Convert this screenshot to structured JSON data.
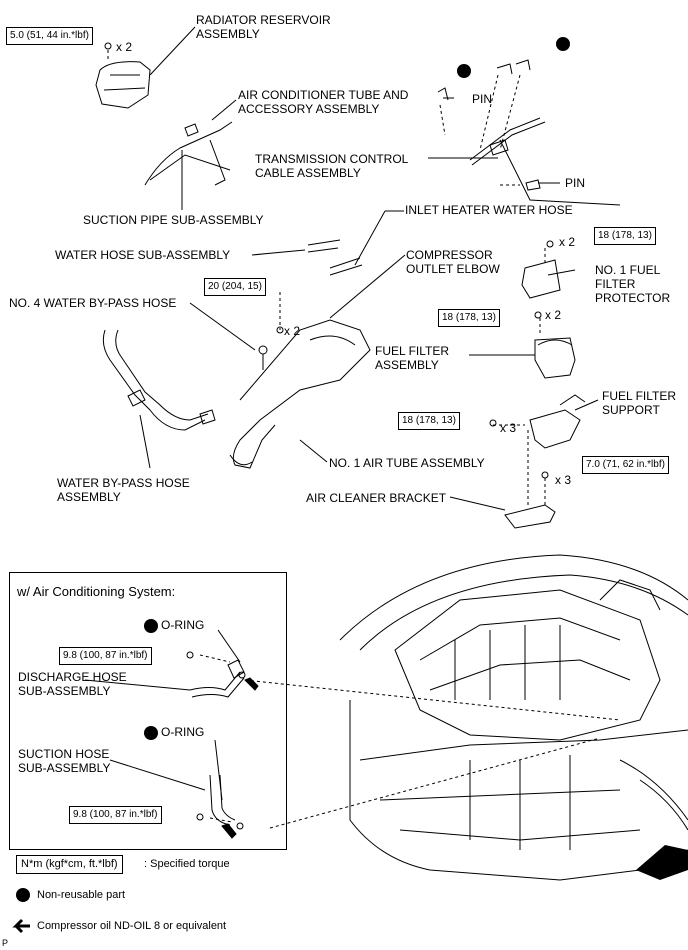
{
  "labels": {
    "radiator_reservoir": "RADIATOR RESERVOIR\nASSEMBLY",
    "ac_tube": "AIR CONDITIONER TUBE AND\nACCESSORY ASSEMBLY",
    "pin_top": "PIN",
    "pin_bottom": "PIN",
    "transmission_cable": "TRANSMISSION CONTROL\nCABLE ASSEMBLY",
    "suction_pipe": "SUCTION PIPE SUB-ASSEMBLY",
    "inlet_heater": "INLET HEATER WATER HOSE",
    "water_hose": "WATER HOSE SUB-ASSEMBLY",
    "compressor_outlet": "COMPRESSOR\nOUTLET ELBOW",
    "fuel_filter_protector": "NO. 1 FUEL\nFILTER\nPROTECTOR",
    "water_bypass_no4": "NO. 4 WATER BY-PASS HOSE",
    "fuel_filter_assembly": "FUEL FILTER\nASSEMBLY",
    "fuel_filter_support": "FUEL FILTER\nSUPPORT",
    "air_tube": "NO. 1 AIR TUBE ASSEMBLY",
    "water_bypass_assembly": "WATER BY-PASS HOSE\nASSEMBLY",
    "air_cleaner_bracket": "AIR CLEANER BRACKET"
  },
  "torques": {
    "radiator": "5.0 (51, 44 in.*lbf)",
    "air_tube": "20 (204, 15)",
    "protector": "18 (178, 13)",
    "fuel_filter": "18 (178, 13)",
    "support": "18 (178, 13)",
    "bracket": "7.0 (71, 62 in.*lbf)",
    "discharge": "9.8 (100, 87 in.*lbf)",
    "suction": "9.8 (100, 87 in.*lbf)"
  },
  "quantities": {
    "radiator": "x 2",
    "air_tube": "x 2",
    "protector": "x 2",
    "fuel_filter": "x 2",
    "support": "x 3",
    "bracket": "x 3"
  },
  "inset": {
    "title": "w/ Air Conditioning System:",
    "oring_1": "O-RING",
    "oring_2": "O-RING",
    "discharge_hose": "DISCHARGE HOSE\nSUB-ASSEMBLY",
    "suction_hose": "SUCTION HOSE\nSUB-ASSEMBLY"
  },
  "legend": {
    "torque_unit": "N*m (kgf*cm, ft.*lbf)",
    "torque_desc": ": Specified torque",
    "nonreusable": "Non-reusable part",
    "compressor_oil": "Compressor oil ND-OIL 8 or equivalent"
  },
  "footer_mark": "P"
}
